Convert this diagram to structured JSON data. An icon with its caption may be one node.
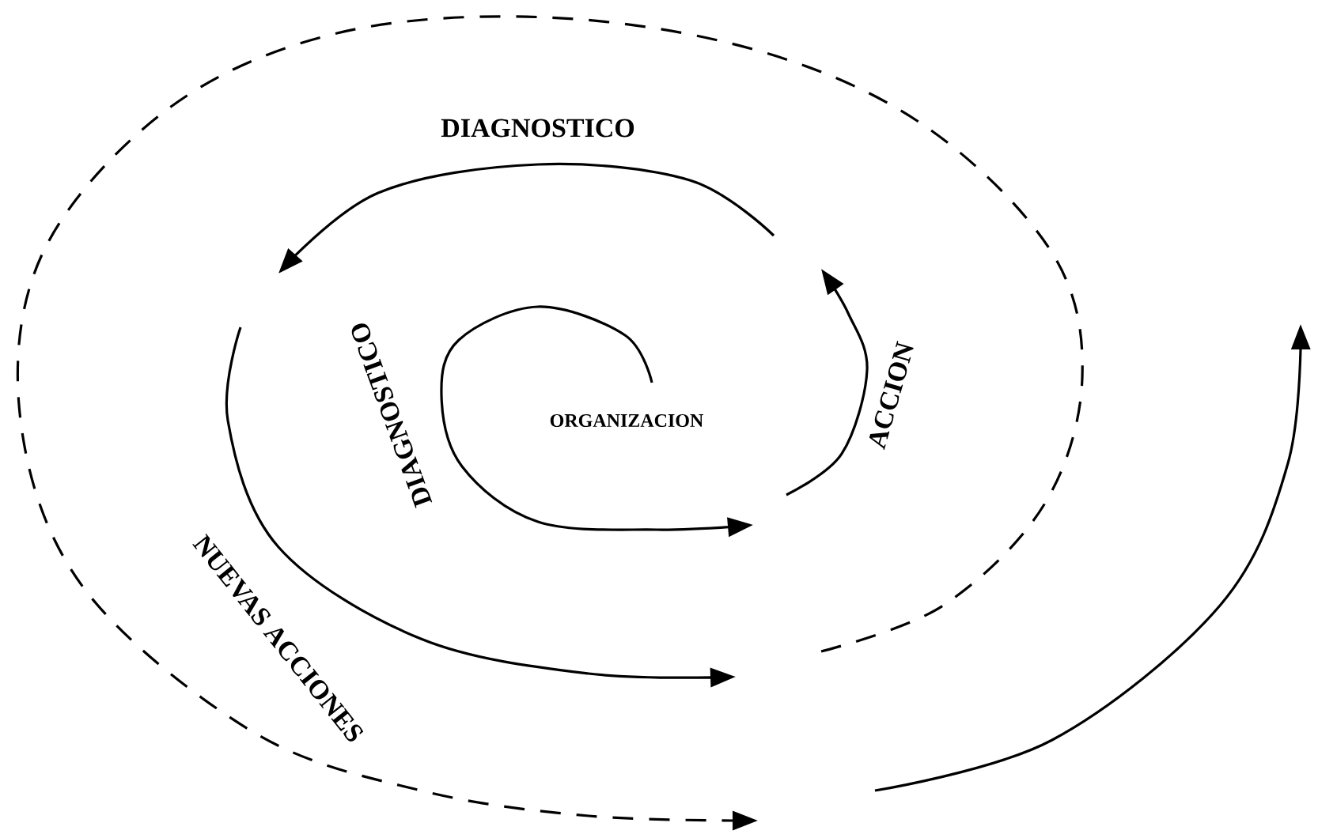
{
  "diagram": {
    "labels": [
      "DIAGNOSTICO",
      "DIAGNOSTICO",
      "ACCION",
      "ORGANIZACION",
      "NUEVAS ACCIONES"
    ]
  }
}
